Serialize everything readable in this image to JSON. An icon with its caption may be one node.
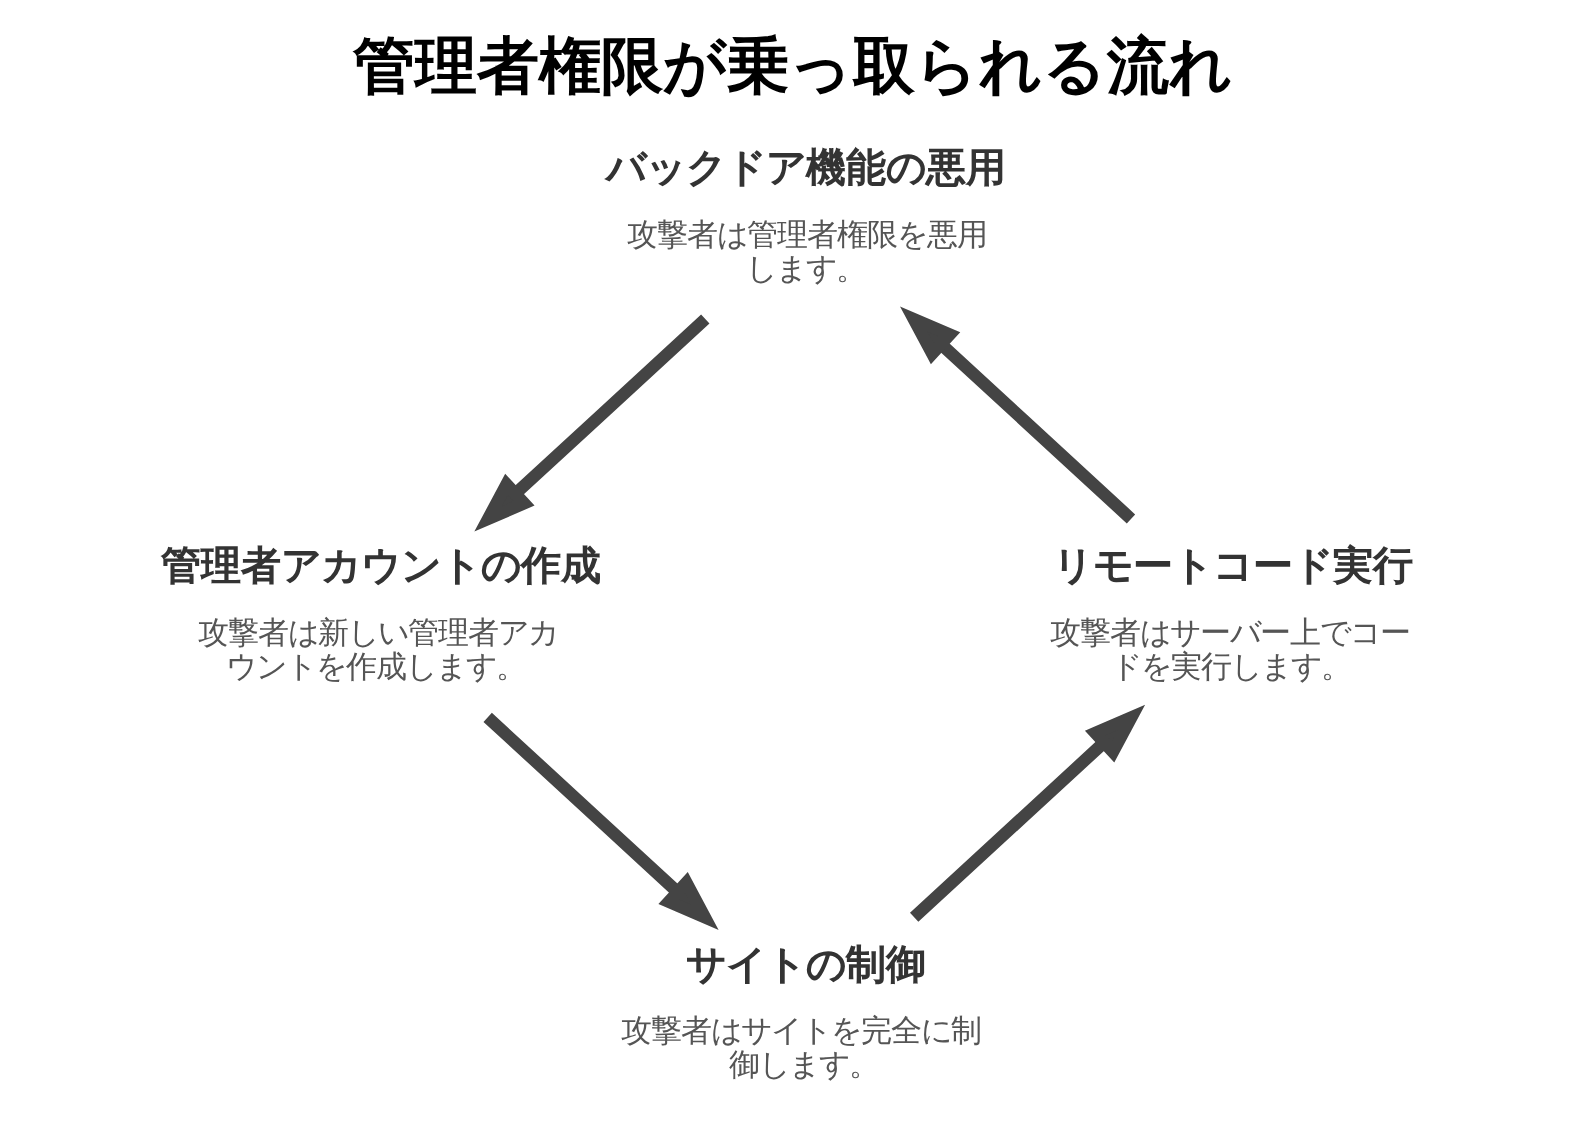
{
  "diagram": {
    "title": "管理者権限が乗っ取られる流れ",
    "nodes": [
      {
        "text": [
          "バックドア機能の悪用",
          "攻撃者は管理者権限を悪用します。"
        ]
      },
      {
        "text": [
          "管理者アカウントの作成",
          "攻撃者は新しい管理者アカウントを作成します。"
        ]
      },
      {
        "text": [
          "サイトの制御",
          "攻撃者はサイトを完全に制御します。"
        ]
      },
      {
        "text": [
          "リモートコード実行",
          "攻撃者はサーバー上でコードを実行します。"
        ]
      }
    ],
    "edges": [
      {
        "from": 0,
        "to": 1,
        "arrow": "to"
      },
      {
        "from": 1,
        "to": 2,
        "arrow": "to"
      },
      {
        "from": 2,
        "to": 3,
        "arrow": "to"
      },
      {
        "from": 3,
        "to": 0,
        "arrow": "to"
      }
    ]
  }
}
